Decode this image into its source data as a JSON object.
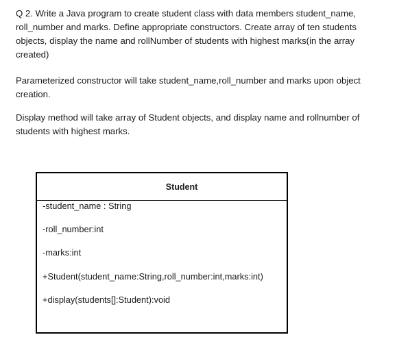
{
  "question": {
    "paragraph_1_lines": [
      "Q 2. Write a Java program to create student class with data members student_name,",
      "roll_number and marks. Define appropriate constructors. Create array of ten students",
      "objects, display the name and rollNumber of students with highest marks(in the array",
      "created)"
    ],
    "paragraph_2_lines": [
      "Parameterized constructor will take student_name,roll_number and marks upon object",
      "creation."
    ],
    "paragraph_3_lines": [
      "Display method will take array of Student objects, and display name and rollnumber of",
      "students with highest marks."
    ]
  },
  "uml": {
    "class_name": "Student",
    "attribute_1": "-student_name : String",
    "attribute_2": "-roll_number:int",
    "attribute_3": "-marks:int",
    "method_1": "+Student(student_name:String,roll_number:int,marks:int)",
    "method_2": "+display(students[]:Student):void"
  }
}
